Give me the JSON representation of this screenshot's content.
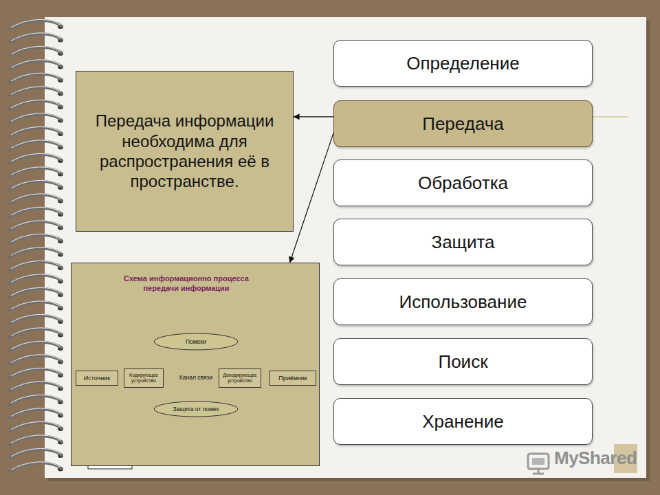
{
  "diagram": {
    "nodes": [
      {
        "text": [
          "Определение"
        ]
      },
      {
        "text": [
          "Передача"
        ]
      },
      {
        "text": [
          "Обработка"
        ]
      },
      {
        "text": [
          "Защита"
        ]
      },
      {
        "text": [
          "Использование"
        ]
      },
      {
        "text": [
          "Поиск"
        ]
      },
      {
        "text": [
          "Хранение"
        ]
      },
      {
        "text": [
          "Передача информации необходима для распространения её в пространстве."
        ]
      },
      {
        "text": [
          "Схема информационно процесса передачи информации"
        ]
      },
      {
        "text": [
          "Помехи"
        ],
        "in": 8
      },
      {
        "text": [
          "Источник"
        ],
        "in": 8
      },
      {
        "text": [
          "Кодирующее устройство"
        ],
        "in": 8
      },
      {
        "text": [
          "Канал связи"
        ],
        "in": 8
      },
      {
        "text": [
          "Декодирующее устройство"
        ],
        "in": 8
      },
      {
        "text": [
          "Приёмник"
        ],
        "in": 8
      },
      {
        "text": [
          "Защита от помех"
        ],
        "in": 8
      }
    ],
    "edges": [
      {
        "from": 1,
        "to": 7,
        "arrow": "to"
      },
      {
        "from": 1,
        "to": 8,
        "arrow": "to"
      },
      {
        "from": 10,
        "to": 11,
        "arrow": "to"
      },
      {
        "from": 11,
        "to": 12,
        "arrow": "none"
      },
      {
        "from": 12,
        "to": 13,
        "arrow": "to"
      },
      {
        "from": 13,
        "to": 14,
        "arrow": "to"
      },
      {
        "from": 9,
        "to": 11,
        "arrow": "to"
      },
      {
        "from": 9,
        "to": 12,
        "arrow": "to"
      },
      {
        "from": 9,
        "to": 13,
        "arrow": "to"
      },
      {
        "from": 15,
        "to": 11,
        "arrow": "to"
      },
      {
        "from": 15,
        "to": 12,
        "arrow": "to"
      },
      {
        "from": 15,
        "to": 13,
        "arrow": "to"
      }
    ],
    "labels": [
      "MyShared"
    ]
  }
}
